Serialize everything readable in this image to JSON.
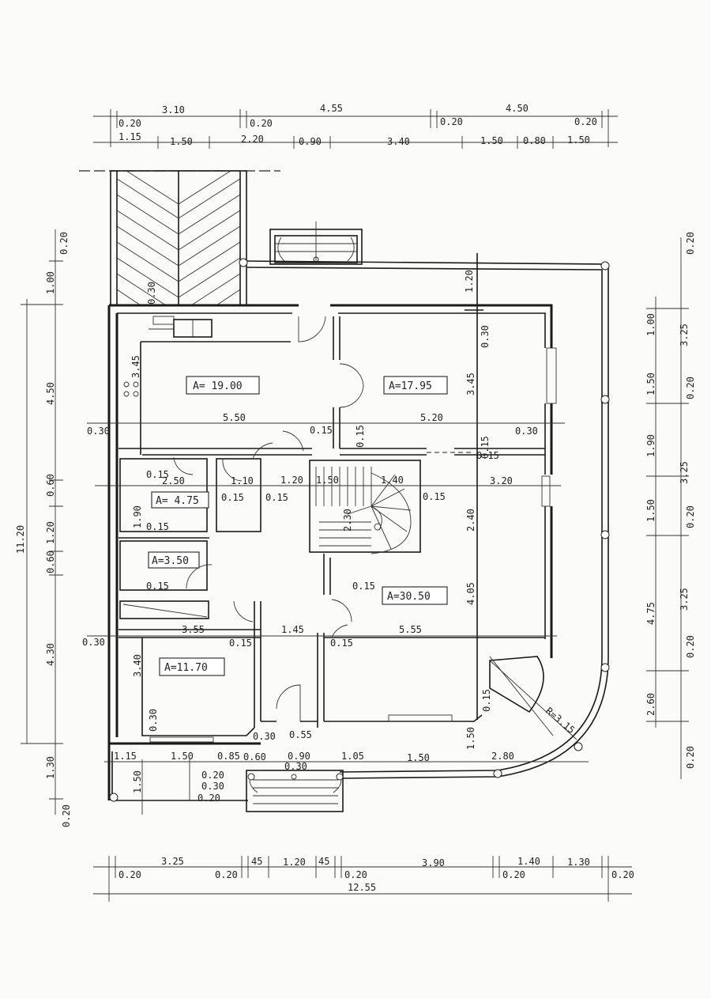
{
  "colors": {
    "paper": "#fbfbf9",
    "ink": "#1a1a1a"
  },
  "dims": {
    "top1": [
      "3.10",
      "4.55",
      "4.50"
    ],
    "top2": [
      "0.20",
      "0.20",
      "0.20",
      "0.20"
    ],
    "top3": [
      "1.15",
      "1.50",
      "2.20",
      "0.90",
      "3.40",
      "1.50",
      "0.80",
      "1.50"
    ],
    "left": [
      "0.20",
      "1.00",
      "4.50",
      "11.20",
      "1.20",
      "0.60",
      "0.60",
      "4.30",
      "1.30",
      "0.20"
    ],
    "right": [
      "0.20",
      "3.25",
      "1.00",
      "1.50",
      "0.20",
      "3.25",
      "1.90",
      "1.50",
      "0.20",
      "3.25",
      "4.75",
      "0.20",
      "2.60",
      "0.20"
    ],
    "bottom1": [
      "3.25",
      "45",
      "1.20",
      "45",
      "3.90",
      "1.40",
      "1.30"
    ],
    "bottom2": [
      "0.20",
      "0.20",
      "0.20",
      "0.20",
      "0.20"
    ],
    "total": "12.55",
    "inner_h1": [
      "5.50",
      "5.20"
    ],
    "inner_h2": [
      "2.50",
      "1.10",
      "1.20",
      "1.50",
      "1.40",
      "3.20"
    ],
    "inner_h3": [
      "3.55",
      "1.45",
      "5.55"
    ],
    "inner_bottom": [
      "1.15",
      "1.50",
      "0.85",
      "0.60",
      "0.90",
      "1.05",
      "1.50",
      "2.80"
    ],
    "small": [
      "0.30",
      "0.30",
      "0.15",
      "0.15",
      "0.15",
      "0.15",
      "0.15",
      "0.15",
      "0.15",
      "0.15",
      "0.15",
      "0.15",
      "0.15",
      "0.30",
      "0.30",
      "0.55",
      "0.30",
      "0.20",
      "0.30",
      "0.20"
    ],
    "vertical": [
      "3.45",
      "3.45",
      "1.90",
      "2.40",
      "4.05",
      "3.40",
      "0.30",
      "1.50",
      "1.20",
      "2.30",
      "0.30",
      "1.50",
      "0.30",
      "0.15",
      "0.15",
      "0.15"
    ],
    "radius": "R=3.15"
  },
  "rooms": [
    {
      "label": "A= 19.00"
    },
    {
      "label": "A=17.95"
    },
    {
      "label": "A= 4.75"
    },
    {
      "label": "A=3.50"
    },
    {
      "label": "A=30.50"
    },
    {
      "label": "A=11.70"
    }
  ]
}
